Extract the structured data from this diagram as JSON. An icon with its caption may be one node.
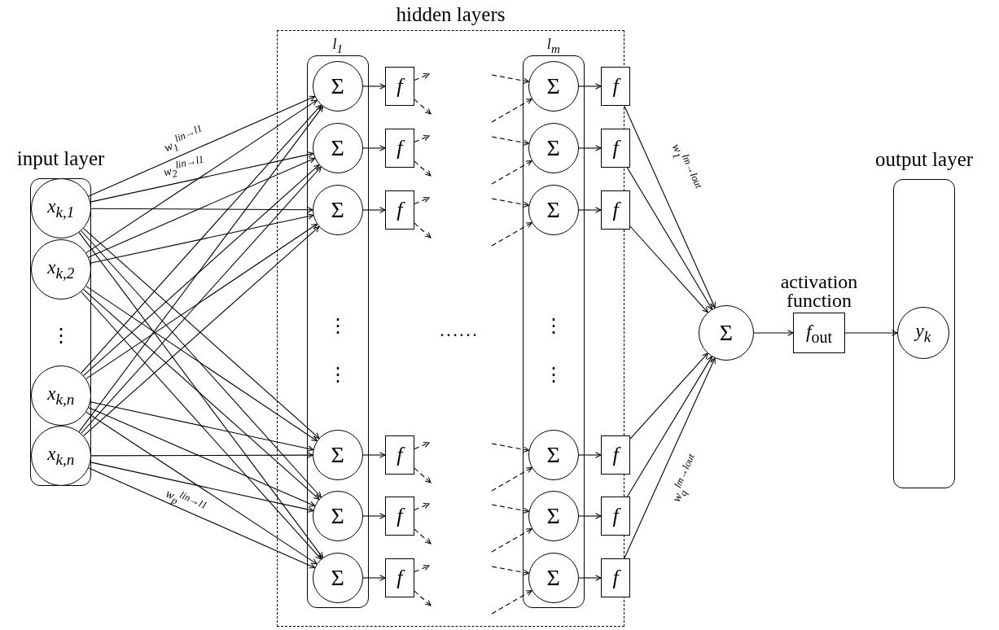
{
  "diagram": {
    "nodes": [
      {
        "text": [
          "input layer"
        ]
      },
      {
        "text": [
          "x$_{k,1}$"
        ],
        "in": 0
      },
      {
        "text": [
          "x$_{k,2}$"
        ],
        "in": 0
      },
      {
        "text": [
          "x$_{k,n}$"
        ],
        "in": 0
      },
      {
        "text": [
          "x$_{k,n}$"
        ],
        "in": 0
      },
      {
        "text": [
          "hidden layers"
        ]
      },
      {
        "text": [
          "l$_{1}$"
        ],
        "in": 5
      },
      {
        "text": [
          "Σ"
        ],
        "in": 6
      },
      {
        "text": [
          "Σ"
        ],
        "in": 6
      },
      {
        "text": [
          "Σ"
        ],
        "in": 6
      },
      {
        "text": [
          "Σ"
        ],
        "in": 6
      },
      {
        "text": [
          "Σ"
        ],
        "in": 6
      },
      {
        "text": [
          "Σ"
        ],
        "in": 6
      },
      {
        "text": [
          "f"
        ],
        "in": 5
      },
      {
        "text": [
          "f"
        ],
        "in": 5
      },
      {
        "text": [
          "f"
        ],
        "in": 5
      },
      {
        "text": [
          "f"
        ],
        "in": 5
      },
      {
        "text": [
          "f"
        ],
        "in": 5
      },
      {
        "text": [
          "f"
        ],
        "in": 5
      },
      {
        "text": [
          "l$_{m}$"
        ],
        "in": 5
      },
      {
        "text": [
          "Σ"
        ],
        "in": 19
      },
      {
        "text": [
          "Σ"
        ],
        "in": 19
      },
      {
        "text": [
          "Σ"
        ],
        "in": 19
      },
      {
        "text": [
          "Σ"
        ],
        "in": 19
      },
      {
        "text": [
          "Σ"
        ],
        "in": 19
      },
      {
        "text": [
          "Σ"
        ],
        "in": 19
      },
      {
        "text": [
          "f"
        ]
      },
      {
        "text": [
          "f"
        ]
      },
      {
        "text": [
          "f"
        ]
      },
      {
        "text": [
          "f"
        ]
      },
      {
        "text": [
          "f"
        ]
      },
      {
        "text": [
          "f"
        ]
      },
      {
        "text": [
          "Σ"
        ]
      },
      {
        "text": [
          "activation function",
          "*f*$_{out}$"
        ]
      },
      {
        "text": [
          "output layer"
        ]
      },
      {
        "text": [
          "y$_{k}$"
        ],
        "in": 34
      }
    ],
    "edges": [
      {
        "from": 1,
        "to": 7,
        "arrow": "to",
        "label": "w$_{1}$$^{lin→l1}$"
      },
      {
        "from": 1,
        "to": 8,
        "arrow": "to",
        "label": "w$_{2}$$^{lin→l1}$"
      },
      {
        "from": 1,
        "to": 9,
        "arrow": "to"
      },
      {
        "from": 1,
        "to": 10,
        "arrow": "to"
      },
      {
        "from": 1,
        "to": 11,
        "arrow": "to"
      },
      {
        "from": 1,
        "to": 12,
        "arrow": "to"
      },
      {
        "from": 2,
        "to": 7,
        "arrow": "to"
      },
      {
        "from": 2,
        "to": 8,
        "arrow": "to"
      },
      {
        "from": 2,
        "to": 9,
        "arrow": "to"
      },
      {
        "from": 2,
        "to": 10,
        "arrow": "to"
      },
      {
        "from": 2,
        "to": 11,
        "arrow": "to"
      },
      {
        "from": 2,
        "to": 12,
        "arrow": "to"
      },
      {
        "from": 3,
        "to": 7,
        "arrow": "to"
      },
      {
        "from": 3,
        "to": 8,
        "arrow": "to"
      },
      {
        "from": 3,
        "to": 9,
        "arrow": "to"
      },
      {
        "from": 3,
        "to": 10,
        "arrow": "to"
      },
      {
        "from": 3,
        "to": 11,
        "arrow": "to"
      },
      {
        "from": 3,
        "to": 12,
        "arrow": "to"
      },
      {
        "from": 4,
        "to": 7,
        "arrow": "to"
      },
      {
        "from": 4,
        "to": 8,
        "arrow": "to"
      },
      {
        "from": 4,
        "to": 9,
        "arrow": "to"
      },
      {
        "from": 4,
        "to": 10,
        "arrow": "to"
      },
      {
        "from": 4,
        "to": 11,
        "arrow": "to"
      },
      {
        "from": 4,
        "to": 12,
        "arrow": "to",
        "label": "w$_{p}$$^{lin→l1}$"
      },
      {
        "from": 7,
        "to": 13,
        "arrow": "to"
      },
      {
        "from": 8,
        "to": 14,
        "arrow": "to"
      },
      {
        "from": 9,
        "to": 15,
        "arrow": "to"
      },
      {
        "from": 10,
        "to": 16,
        "arrow": "to"
      },
      {
        "from": 11,
        "to": 17,
        "arrow": "to"
      },
      {
        "from": 12,
        "to": 18,
        "arrow": "to"
      },
      {
        "from": 13,
        "to": null,
        "arrow": "to",
        "style": "dashed"
      },
      {
        "from": 13,
        "to": null,
        "arrow": "to",
        "style": "dashed"
      },
      {
        "from": 14,
        "to": null,
        "arrow": "to",
        "style": "dashed"
      },
      {
        "from": 14,
        "to": null,
        "arrow": "to",
        "style": "dashed"
      },
      {
        "from": 15,
        "to": null,
        "arrow": "to",
        "style": "dashed"
      },
      {
        "from": 15,
        "to": null,
        "arrow": "to",
        "style": "dashed"
      },
      {
        "from": 16,
        "to": null,
        "arrow": "to",
        "style": "dashed"
      },
      {
        "from": 16,
        "to": null,
        "arrow": "to",
        "style": "dashed"
      },
      {
        "from": 17,
        "to": null,
        "arrow": "to",
        "style": "dashed"
      },
      {
        "from": 17,
        "to": null,
        "arrow": "to",
        "style": "dashed"
      },
      {
        "from": 18,
        "to": null,
        "arrow": "to",
        "style": "dashed"
      },
      {
        "from": 18,
        "to": null,
        "arrow": "to",
        "style": "dashed"
      },
      {
        "from": null,
        "to": 20,
        "arrow": "to",
        "style": "dashed"
      },
      {
        "from": null,
        "to": 20,
        "arrow": "to",
        "style": "dashed"
      },
      {
        "from": null,
        "to": 21,
        "arrow": "to",
        "style": "dashed"
      },
      {
        "from": null,
        "to": 21,
        "arrow": "to",
        "style": "dashed"
      },
      {
        "from": null,
        "to": 22,
        "arrow": "to",
        "style": "dashed"
      },
      {
        "from": null,
        "to": 22,
        "arrow": "to",
        "style": "dashed"
      },
      {
        "from": null,
        "to": 23,
        "arrow": "to",
        "style": "dashed"
      },
      {
        "from": null,
        "to": 23,
        "arrow": "to",
        "style": "dashed"
      },
      {
        "from": null,
        "to": 24,
        "arrow": "to",
        "style": "dashed"
      },
      {
        "from": null,
        "to": 24,
        "arrow": "to",
        "style": "dashed"
      },
      {
        "from": null,
        "to": 25,
        "arrow": "to",
        "style": "dashed"
      },
      {
        "from": null,
        "to": 25,
        "arrow": "to",
        "style": "dashed"
      },
      {
        "from": 20,
        "to": 26,
        "arrow": "to"
      },
      {
        "from": 21,
        "to": 27,
        "arrow": "to"
      },
      {
        "from": 22,
        "to": 28,
        "arrow": "to"
      },
      {
        "from": 23,
        "to": 29,
        "arrow": "to"
      },
      {
        "from": 24,
        "to": 30,
        "arrow": "to"
      },
      {
        "from": 25,
        "to": 31,
        "arrow": "to"
      },
      {
        "from": 26,
        "to": 32,
        "arrow": "to",
        "label": "w$_{1}$$^{lm→lout}$"
      },
      {
        "from": 27,
        "to": 32,
        "arrow": "to"
      },
      {
        "from": 28,
        "to": 32,
        "arrow": "to"
      },
      {
        "from": 29,
        "to": 32,
        "arrow": "to"
      },
      {
        "from": 30,
        "to": 32,
        "arrow": "to"
      },
      {
        "from": 31,
        "to": 32,
        "arrow": "to",
        "label": "w$_{q}$$^{lm→lout}$"
      },
      {
        "from": 32,
        "to": 33,
        "arrow": "to"
      },
      {
        "from": 33,
        "to": 35,
        "arrow": "to"
      }
    ],
    "labels": [
      "⋮",
      "⋮",
      "……",
      "⋮",
      "⋮",
      "⋮"
    ]
  }
}
